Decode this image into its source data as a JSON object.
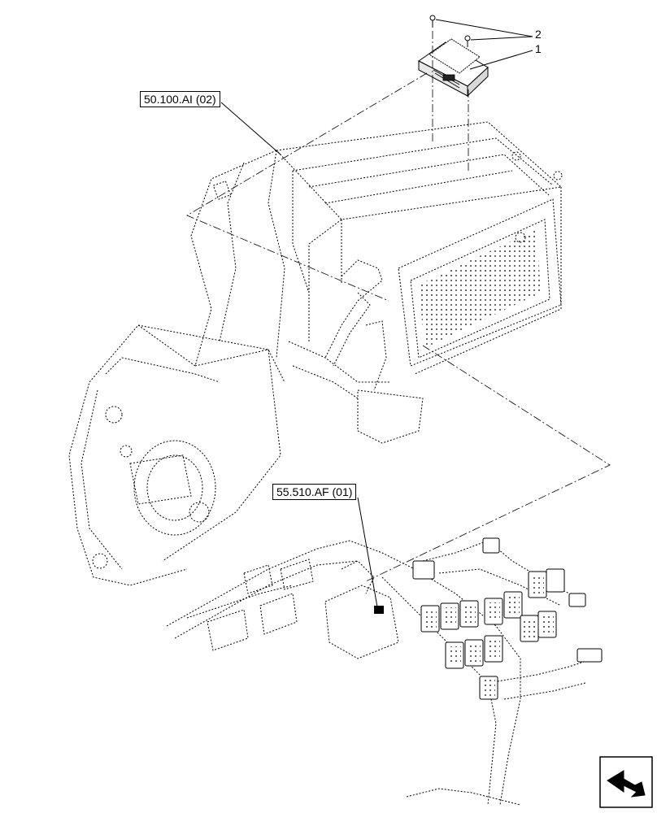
{
  "references": {
    "hvac_unit": "50.100.AI (02)",
    "wiring_harness": "55.510.AF (01)"
  },
  "callouts": {
    "module": "1",
    "screws": "2"
  },
  "icons": {
    "navigation": "next-page-arrow-icon"
  },
  "colors": {
    "line": "#000000",
    "background": "#ffffff"
  }
}
